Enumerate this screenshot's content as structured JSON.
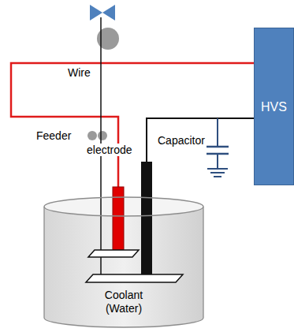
{
  "diagram": {
    "nodes": [
      {
        "text": [
          "HVS"
        ]
      },
      {
        "text": [
          "Coolant (Water)"
        ]
      }
    ],
    "labels": [
      "Wire",
      "Feeder",
      "electrode",
      "Capacitor"
    ]
  }
}
